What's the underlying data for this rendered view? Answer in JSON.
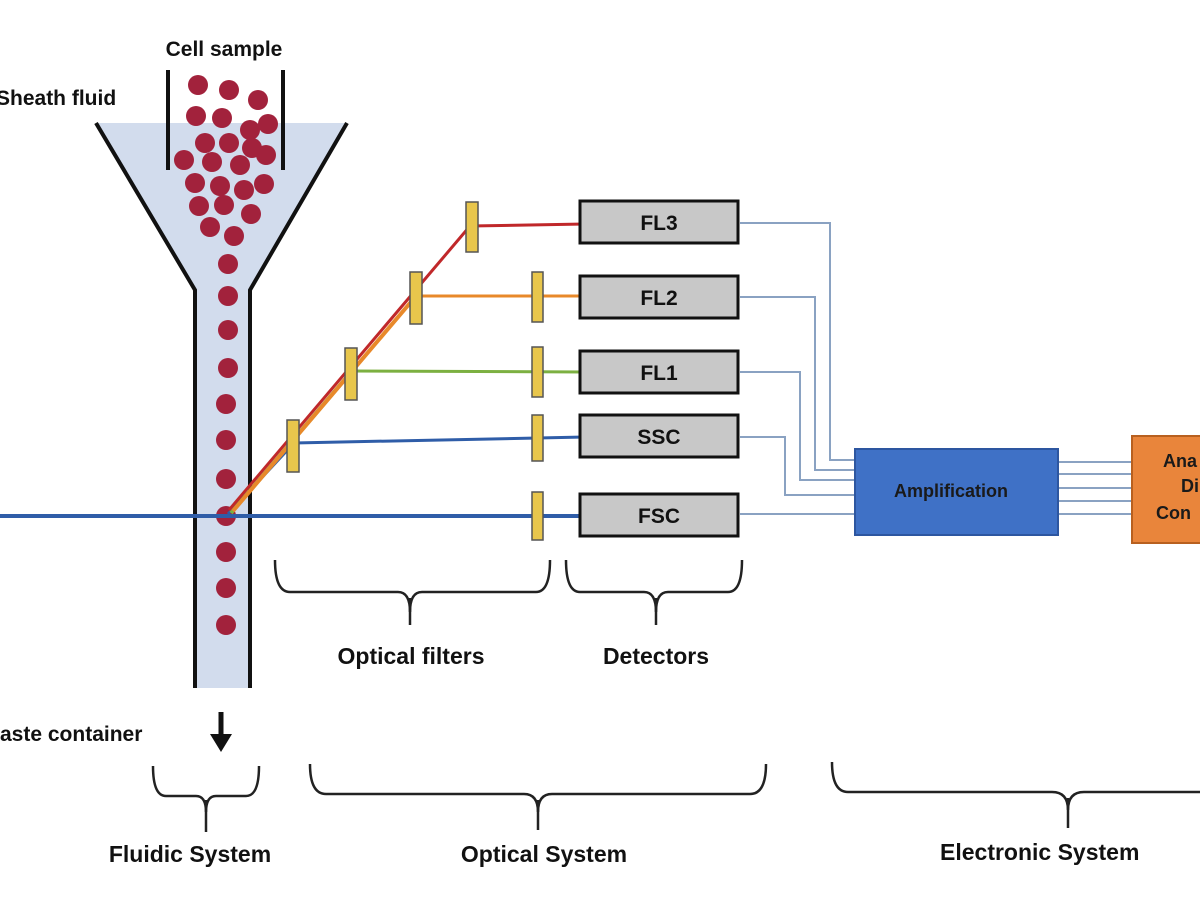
{
  "labels": {
    "cell_sample": "Cell sample",
    "sheath_fluid": "Sheath fluid",
    "waste_container": "aste container",
    "optical_filters": "Optical filters",
    "detectors": "Detectors",
    "fluidic_system": "Fluidic System",
    "optical_system": "Optical  System",
    "electronic_system": "Electronic  System"
  },
  "detectors": [
    {
      "label": "FL3"
    },
    {
      "label": "FL2"
    },
    {
      "label": "FL1"
    },
    {
      "label": "SSC"
    },
    {
      "label": "FSC"
    }
  ],
  "amplification": {
    "label": "Amplification"
  },
  "adc": {
    "lines": [
      "Ana",
      "Di",
      "Con"
    ]
  },
  "colors": {
    "sheath": "#d2dced",
    "cell": "#a2223c",
    "laser": "#2f5da8",
    "filter": "#e8c64c",
    "detector_fill": "#c8c8c8",
    "amplification": "#3f71c6",
    "adc": "#e9853b",
    "signal_wire": "#8aa2c2",
    "fl3_beam": "#c0282a",
    "fl2_beam": "#e8892a",
    "fl1_beam": "#7cb041"
  }
}
